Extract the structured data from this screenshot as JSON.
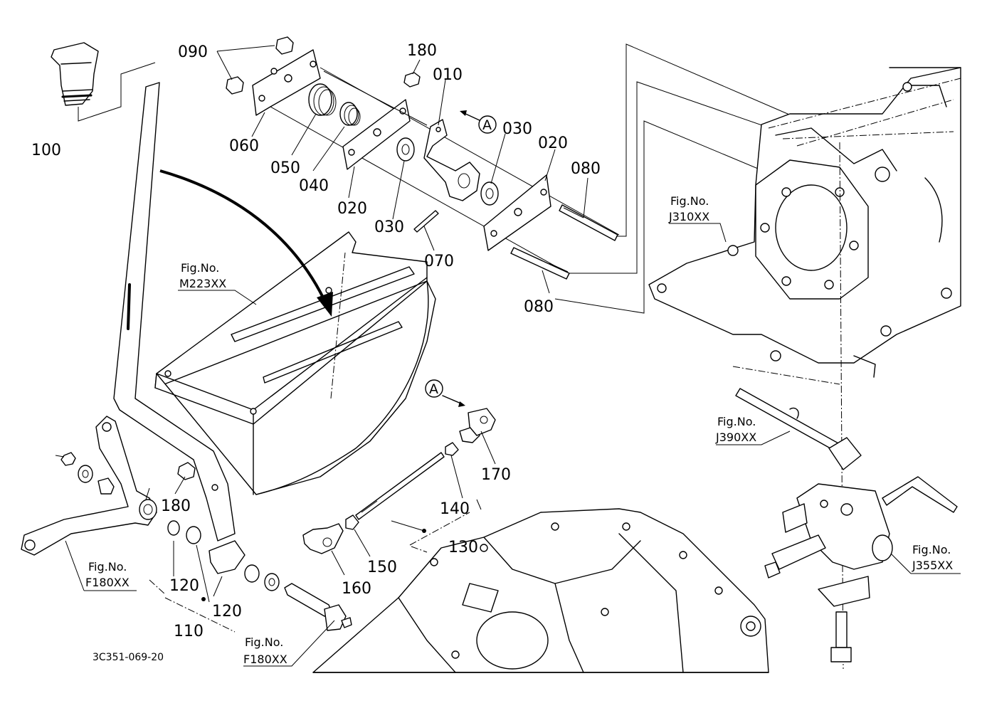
{
  "diagram": {
    "drawing_code": "3C351-069-20",
    "part_labels": {
      "p010": "010",
      "p020a": "020",
      "p020b": "020",
      "p030a": "030",
      "p030b": "030",
      "p040": "040",
      "p050": "050",
      "p060": "060",
      "p070": "070",
      "p080a": "080",
      "p080b": "080",
      "p090": "090",
      "p100": "100",
      "p110": "110",
      "p120a": "120",
      "p120b": "120",
      "p130": "130",
      "p140": "140",
      "p150": "150",
      "p160": "160",
      "p170": "170",
      "p180a": "180",
      "p180b": "180"
    },
    "callout_letter": "A",
    "fig_refs": {
      "prefix": "Fig.No.",
      "m223": "M223XX",
      "j310": "J310XX",
      "j390": "J390XX",
      "j355": "J355XX",
      "f180a": "F180XX",
      "f180b": "F180XX"
    }
  }
}
